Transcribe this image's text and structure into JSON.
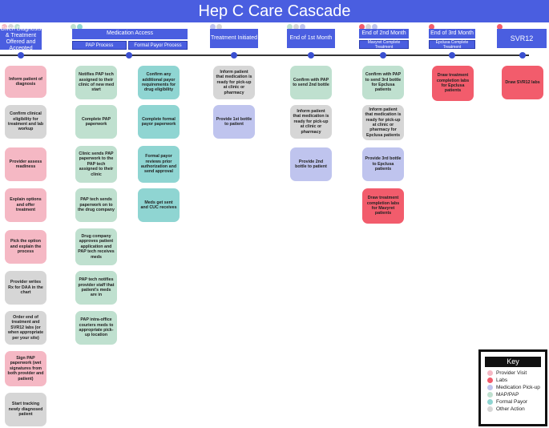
{
  "title": "Hep C Care Cascade",
  "columns": [
    {
      "header": "Given Diagnosis & Treatment Offered and Accepted"
    },
    {
      "header": "Medication Access",
      "sub": [
        "PAP Process",
        "Formal Payor  Process"
      ]
    },
    {
      "header": "Treatment Initiated"
    },
    {
      "header": "End of 1st Month"
    },
    {
      "header": "End of 2nd Month",
      "sub": [
        "Mavyret Complete Treatment"
      ]
    },
    {
      "header": "End of 3rd Month",
      "sub": [
        "Epclusa Complete Treatment"
      ]
    },
    {
      "header": "SVR12"
    }
  ],
  "cards": {
    "c1": [
      "Inform patient of diagnosis",
      "Confirm clinical eligibility for treatment and lab workup",
      "Provider assess readiness",
      "Explain options and offer treatment",
      "Pick the option and explain the process",
      "Provider writes Rx for DAA in the chart",
      "Order end of treatment and SVR12 labs (or when appropriate per your site)",
      "Sign PAP paperwork (wet signatures from both provider and patient)",
      "Start tracking newly diagnosed patient"
    ],
    "c2": [
      "Notifies PAP tech assigned to their clinic of new med start",
      "Complete PAP paperwork",
      "Clinic sends PAP paperwork to the PAP tech assigned to their clinic",
      "PAP tech sends paperwork on to the drug company",
      "Drug company approves patient application and PAP tech receives meds",
      "PAP tech notifies provider staff that patient's meds are in",
      "PAP intra-office couriers meds to appropriate pick-up location"
    ],
    "c3": [
      "Confirm any additional payor requirements for drug eligibility",
      "Complete formal payor paperwork",
      "Formal payor reviews prior authorization and send approval",
      "Meds get sent and CUC receives"
    ],
    "c4": [
      "Inform patient that medication is ready for pick-up at clinic or pharmacy",
      "Provide 1st bottle to patient"
    ],
    "c5": [
      "Confirm with PAP to send 2nd bottle",
      "Inform patient that medication is ready for pick-up at clinic or pharmacy",
      "Provide 2nd bottle to patient"
    ],
    "c6": [
      "Confirm with PAP to send 3rd bottle for Epclusa patients",
      "Inform patient that medication is ready for pick-up at clinic or pharmacy for Epclusa patients",
      "Provide 3rd bottle to Epclusa patients",
      "Draw treatment completion labs for Mavyret patients"
    ],
    "c7": [
      "Draw treatment completion labs for Epclusa patients"
    ],
    "c8": [
      "Draw SVR12 labs"
    ]
  },
  "key": {
    "title": "Key",
    "items": [
      {
        "label": "Provider Visit",
        "color": "#f5b8c4"
      },
      {
        "label": "Labs",
        "color": "#f25c6c"
      },
      {
        "label": "Medication Pick-up",
        "color": "#bfc4ee"
      },
      {
        "label": "MAP/PAP",
        "color": "#bfe0cf"
      },
      {
        "label": "Formal Payor",
        "color": "#8fd5d2"
      },
      {
        "label": "Other Action",
        "color": "#d6d6d6"
      }
    ]
  }
}
